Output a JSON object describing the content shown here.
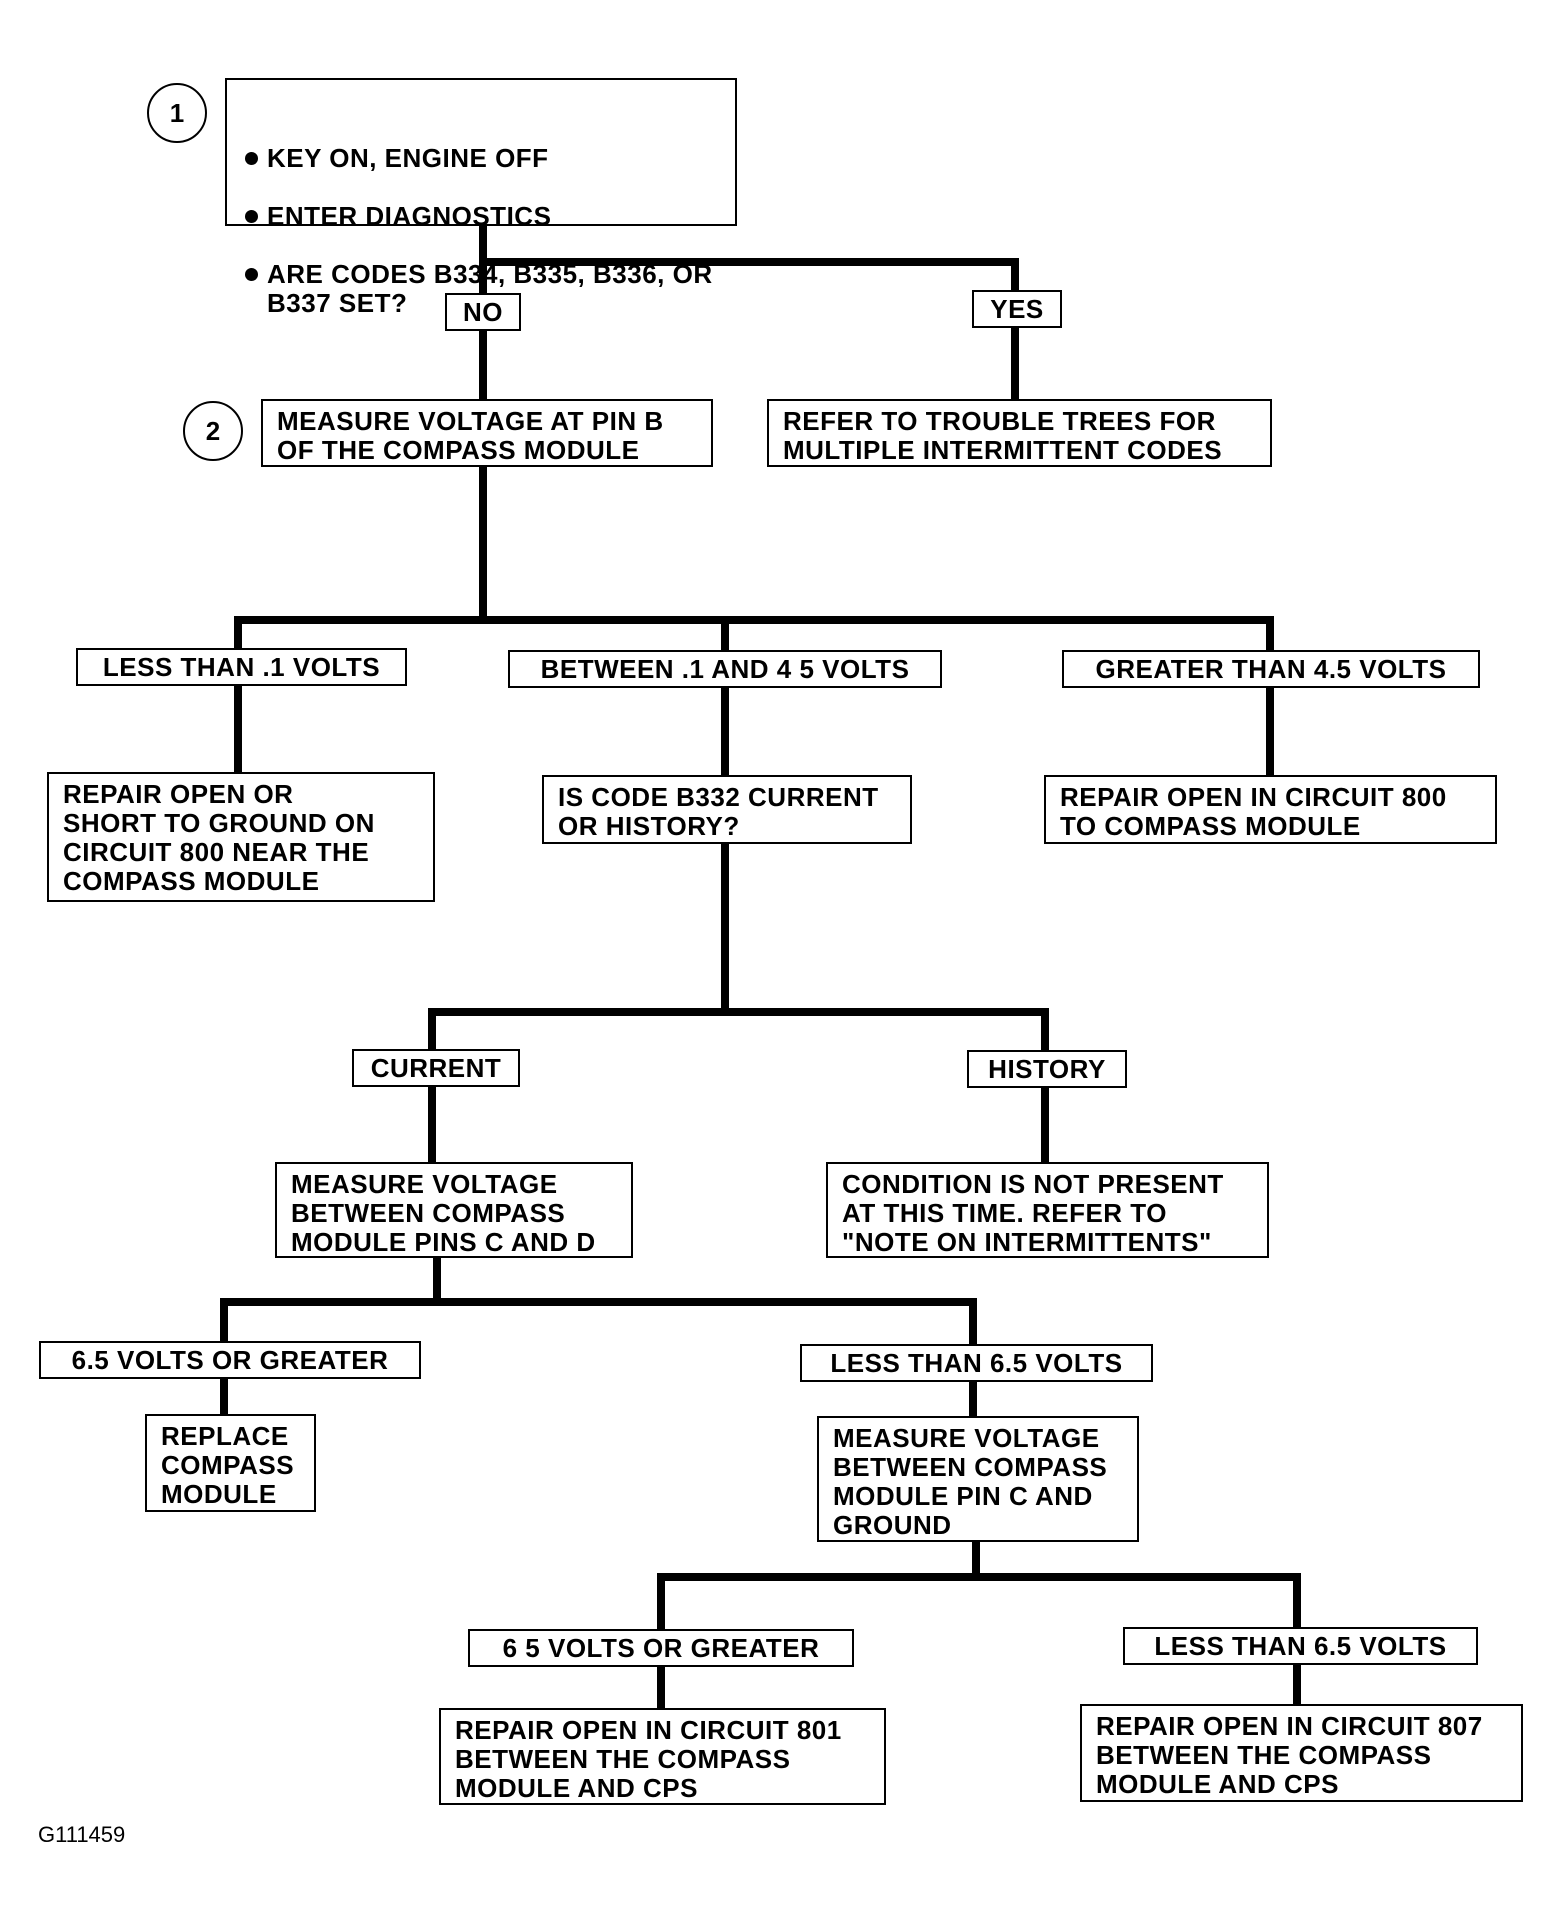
{
  "steps": {
    "s1": "1",
    "s2": "2"
  },
  "start": {
    "items": [
      "KEY ON, ENGINE OFF",
      "ENTER DIAGNOSTICS",
      "ARE CODES B334, B335, B336, OR B337 SET?"
    ]
  },
  "labels": {
    "no": "NO",
    "yes": "YES",
    "lt01": "LESS THAN .1 VOLTS",
    "between": "BETWEEN .1 AND 4 5 VOLTS",
    "gt45": "GREATER THAN 4.5 VOLTS",
    "current": "CURRENT",
    "history": "HISTORY",
    "ge65a": "6.5 VOLTS OR GREATER",
    "lt65a": "LESS THAN 6.5 VOLTS",
    "ge65b": "6 5 VOLTS OR GREATER",
    "lt65b": "LESS THAN 6.5 VOLTS"
  },
  "boxes": {
    "measure_pin_b": "MEASURE VOLTAGE AT PIN B\nOF THE COMPASS MODULE",
    "refer_trees": "REFER TO TROUBLE TREES FOR\nMULTIPLE INTERMITTENT CODES",
    "repair_short": "REPAIR OPEN OR\nSHORT TO GROUND ON\nCIRCUIT 800 NEAR THE\nCOMPASS MODULE",
    "is_code_b332": "IS CODE B332 CURRENT\n OR HISTORY?",
    "repair_800": "REPAIR OPEN IN CIRCUIT 800\nTO COMPASS MODULE",
    "measure_cd": "MEASURE VOLTAGE\nBETWEEN COMPASS\nMODULE PINS C AND D",
    "condition": "CONDITION IS NOT PRESENT\nAT THIS TIME. REFER TO\n\"NOTE ON INTERMITTENTS\"",
    "replace": "REPLACE\nCOMPASS\nMODULE",
    "measure_c_gnd": "MEASURE VOLTAGE\nBETWEEN COMPASS\nMODULE PIN C AND\nGROUND",
    "repair_801": "REPAIR OPEN IN CIRCUIT 801\nBETWEEN THE COMPASS\nMODULE AND CPS",
    "repair_807": "REPAIR OPEN IN CIRCUIT 807\nBETWEEN THE COMPASS\nMODULE AND CPS"
  },
  "figure_id": "G111459"
}
